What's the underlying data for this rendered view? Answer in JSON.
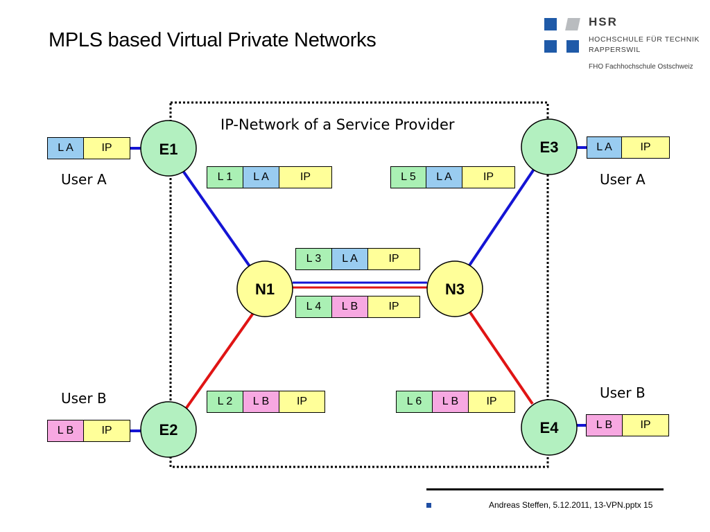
{
  "title": "MPLS based Virtual Private Networks",
  "logo": {
    "name": "HSR",
    "line1": "HOCHSCHULE FÜR TECHNIK",
    "line2": "RAPPERSWIL",
    "line3": "FHO Fachhochschule Ostschweiz",
    "color_blue": "#1f5aa8",
    "color_gray": "#b9bcbf"
  },
  "network_label": "IP-Network of a Service Provider",
  "nodes": [
    {
      "id": "E1",
      "label": "E1",
      "type": "edge"
    },
    {
      "id": "E2",
      "label": "E2",
      "type": "edge"
    },
    {
      "id": "E3",
      "label": "E3",
      "type": "edge"
    },
    {
      "id": "E4",
      "label": "E4",
      "type": "edge"
    },
    {
      "id": "N1",
      "label": "N1",
      "type": "core"
    },
    {
      "id": "N3",
      "label": "N3",
      "type": "core"
    }
  ],
  "links": [
    {
      "from": "E1",
      "to": "N1",
      "color": "blue"
    },
    {
      "from": "E3",
      "to": "N3",
      "color": "blue"
    },
    {
      "from": "E2",
      "to": "N1",
      "color": "red"
    },
    {
      "from": "E4",
      "to": "N3",
      "color": "red"
    },
    {
      "from": "N1",
      "to": "N3",
      "color": "blue"
    },
    {
      "from": "N1",
      "to": "N3",
      "color": "red"
    }
  ],
  "users": {
    "a_left": "User A",
    "a_right": "User A",
    "b_left": "User B",
    "b_right": "User B"
  },
  "packets": {
    "user_a_left": [
      "L A",
      "IP"
    ],
    "user_a_right": [
      "L A",
      "IP"
    ],
    "user_b_left": [
      "L B",
      "IP"
    ],
    "user_b_right": [
      "L B",
      "IP"
    ],
    "e1_n1": [
      "L 1",
      "L A",
      "IP"
    ],
    "e3_n3": [
      "L 5",
      "L A",
      "IP"
    ],
    "n1_n3_a": [
      "L 3",
      "L A",
      "IP"
    ],
    "n1_n3_b": [
      "L 4",
      "L B",
      "IP"
    ],
    "e2_n1": [
      "L 2",
      "L B",
      "IP"
    ],
    "e4_n3": [
      "L 6",
      "L B",
      "IP"
    ]
  },
  "colors": {
    "node_edge": "#b3f0c0",
    "node_core": "#ffff99",
    "label_green": "#aaf0b4",
    "label_blue": "#99ccf0",
    "label_pink": "#f7a8e1",
    "payload_yellow": "#ffff99",
    "link_blue": "#1414d4",
    "link_red": "#e01414"
  },
  "footer": "Andreas Steffen, 5.12.2011, 13-VPN.pptx 15"
}
